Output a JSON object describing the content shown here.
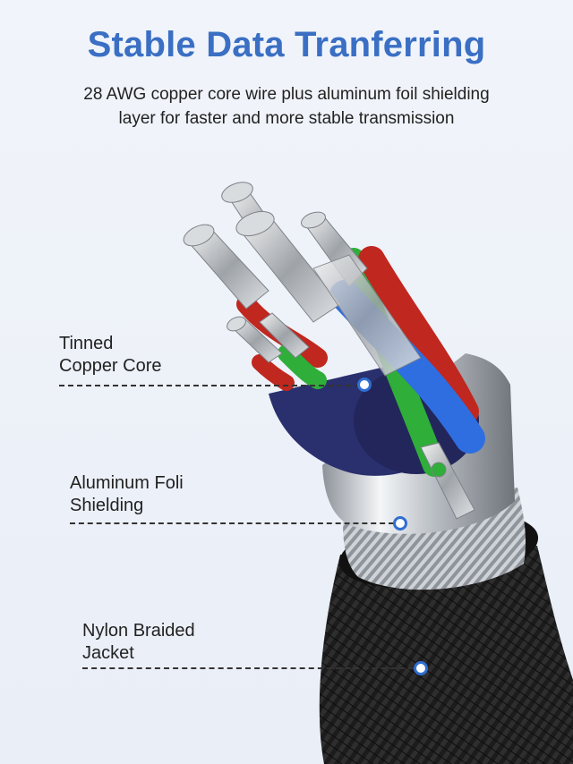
{
  "header": {
    "title": "Stable Data Tranferring",
    "subtitle_line1": "28 AWG copper core wire plus aluminum foil shielding",
    "subtitle_line2": "layer for faster and more stable transmission"
  },
  "callouts": [
    {
      "line1": "Tinned",
      "line2": "Copper Core"
    },
    {
      "line1": "Aluminum Foli",
      "line2": "Shielding"
    },
    {
      "line1": "Nylon Braided",
      "line2": "Jacket"
    }
  ],
  "colors": {
    "title": "#3a6fc4",
    "dot_ring": "#2f6fd0",
    "wire_red": "#c0271f",
    "wire_green": "#2fae3a",
    "wire_blue": "#2f6ee0",
    "inner_sheath": "#2a2f6e",
    "jacket": "#1a1a1a"
  }
}
